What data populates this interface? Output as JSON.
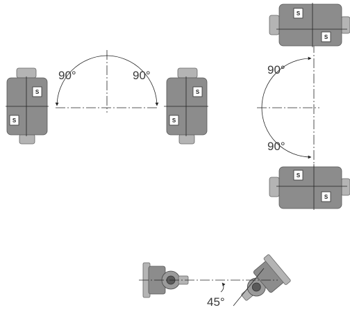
{
  "angle_labels": {
    "left_horizontal": "90°",
    "right_horizontal": "90°",
    "upper_vertical": "90°",
    "lower_vertical": "90°",
    "bottom_tilt": "45°"
  },
  "badge_symbol": "S",
  "colors": {
    "body": "#8c8c8c",
    "flange": "#b4b4b4",
    "lines": "#222222",
    "badge": "#ffffff"
  }
}
